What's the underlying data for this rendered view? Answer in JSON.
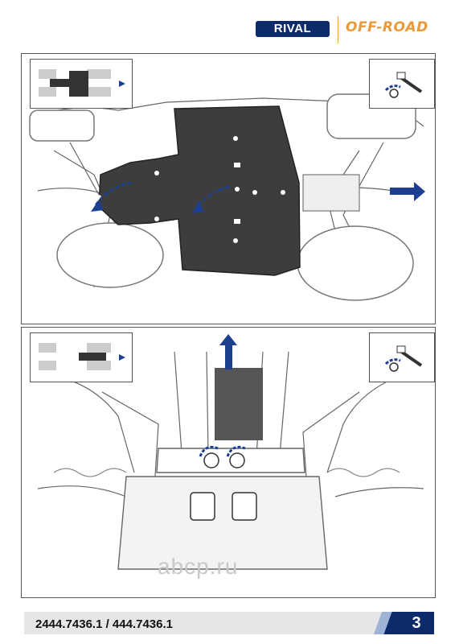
{
  "header": {
    "brand": "RIVAL",
    "sub_brand": "OFF-ROAD"
  },
  "watermark": "abcp.ru",
  "footer": {
    "part_numbers": "2444.7436.1 / 444.7436.1",
    "page_number": "3"
  },
  "colors": {
    "brand_blue": "#0d2a6b",
    "accent_orange": "#e79a3a",
    "skid_plate": "#3d3d3d"
  },
  "icons": [
    "top-view-vehicle-icon",
    "socket-wrench-icon",
    "rotate-arrow-icon",
    "direction-arrow-icon"
  ]
}
